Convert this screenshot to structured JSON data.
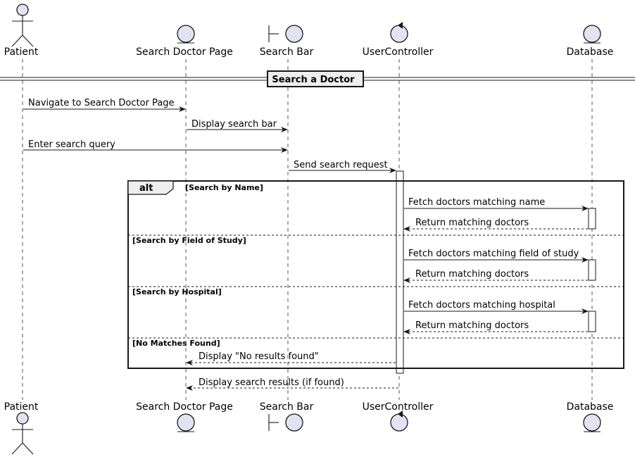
{
  "participants": [
    {
      "id": "patient",
      "label": "Patient",
      "type": "actor"
    },
    {
      "id": "searchpage",
      "label": "Search Doctor Page",
      "type": "entity"
    },
    {
      "id": "searchbar",
      "label": "Search Bar",
      "type": "boundary"
    },
    {
      "id": "controller",
      "label": "UserController",
      "type": "control"
    },
    {
      "id": "database",
      "label": "Database",
      "type": "entity"
    }
  ],
  "divider": {
    "label": "Search a Doctor"
  },
  "messages": [
    {
      "from": "patient",
      "to": "searchpage",
      "label": "Navigate to Search Doctor Page",
      "style": "solid"
    },
    {
      "from": "searchpage",
      "to": "searchbar",
      "label": "Display search bar",
      "style": "solid"
    },
    {
      "from": "patient",
      "to": "searchbar",
      "label": "Enter search query",
      "style": "solid"
    },
    {
      "from": "searchbar",
      "to": "controller",
      "label": "Send search request",
      "style": "solid"
    },
    {
      "from": "controller",
      "to": "database",
      "label": "Fetch doctors matching name",
      "style": "solid"
    },
    {
      "from": "database",
      "to": "controller",
      "label": "Return matching doctors",
      "style": "dashed"
    },
    {
      "from": "controller",
      "to": "database",
      "label": "Fetch doctors matching field of study",
      "style": "solid"
    },
    {
      "from": "database",
      "to": "controller",
      "label": "Return matching doctors",
      "style": "dashed"
    },
    {
      "from": "controller",
      "to": "database",
      "label": "Fetch doctors matching hospital",
      "style": "solid"
    },
    {
      "from": "database",
      "to": "controller",
      "label": "Return matching doctors",
      "style": "dashed"
    },
    {
      "from": "controller",
      "to": "searchpage",
      "label": "Display \"No results found\"",
      "style": "dashed"
    },
    {
      "from": "controller",
      "to": "searchpage",
      "label": "Display search results (if found)",
      "style": "dashed"
    }
  ],
  "alt": {
    "keyword": "alt",
    "conditions": [
      "[Search by Name]",
      "[Search by Field of Study]",
      "[Search by Hospital]",
      "[No Matches Found]"
    ]
  }
}
